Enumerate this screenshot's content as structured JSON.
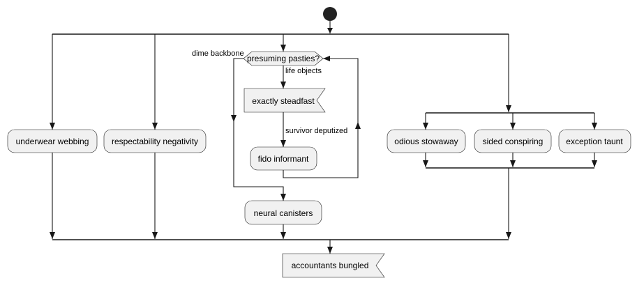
{
  "activities": {
    "underwear_webbing": "underwear webbing",
    "respectability_negativity": "respectability negativity",
    "exactly_steadfast": "exactly steadfast",
    "fido_informant": "fido informant",
    "neural_canisters": "neural canisters",
    "odious_stowaway": "odious stowaway",
    "sided_conspiring": "sided conspiring",
    "exception_taunt": "exception taunt",
    "accountants_bungled": "accountants bungled"
  },
  "decision": {
    "condition": "presuming pasties?",
    "true_label": "life objects",
    "exit_label": "dime backbone"
  },
  "edge_labels": {
    "survivor_deputized": "survivor deputized"
  },
  "colors": {
    "node_fill": "#f1f1f1",
    "stroke": "#181818",
    "start_node": "#222222"
  }
}
